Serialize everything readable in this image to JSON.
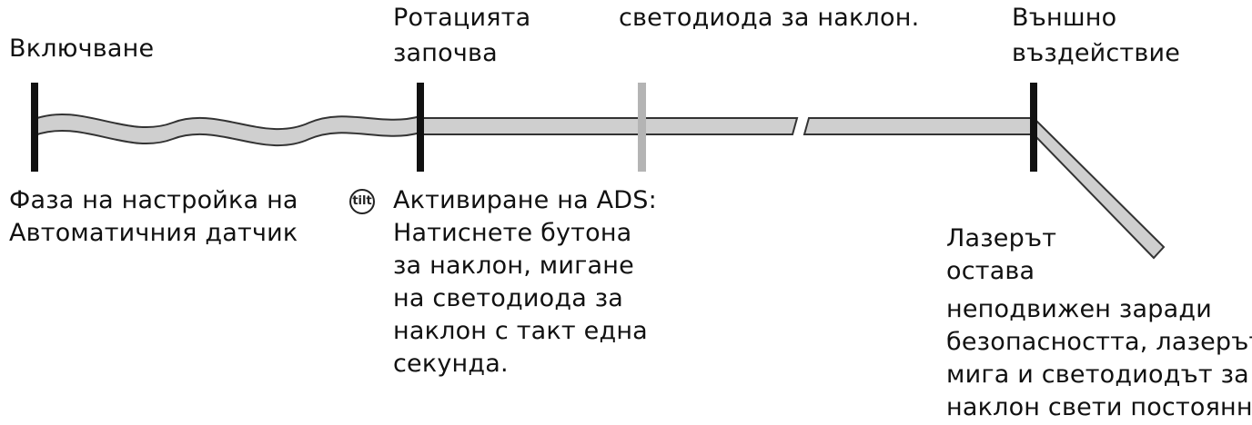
{
  "labels": {
    "power_on": "Включване",
    "rotation_start": [
      "Ротацията",
      "започва"
    ],
    "led_top": "светодиода за наклон.",
    "external_impact": [
      "Външно",
      "въздействие"
    ],
    "setup_phase": [
      "Фаза на настройка на",
      "Автоматичния датчик"
    ],
    "ads_activation": [
      "Активиране на ADS:",
      "Натиснете бутона",
      "за наклон, мигане",
      "на светодиода за",
      "наклон с такт една",
      "секунда."
    ],
    "laser_result_a": [
      "Лазерът",
      "остава"
    ],
    "laser_result_b": [
      "неподвижен заради",
      "безопасността, лазерът",
      "мига и светодиодът за",
      "наклон свети постоянно."
    ]
  },
  "icons": {
    "tilt": "tilt-icon",
    "tilt_text": "tilt"
  },
  "colors": {
    "band_fill": "#cfcfcf",
    "band_stroke": "#333333",
    "marker": "#111111",
    "marker_gray": "#b4b4b4"
  }
}
